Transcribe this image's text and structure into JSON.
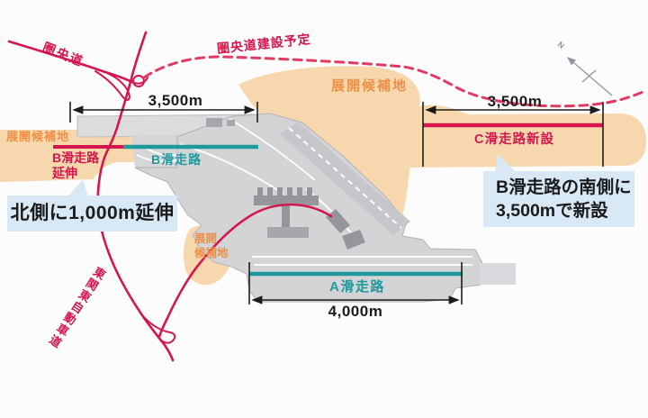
{
  "colors": {
    "accent_red": "#d5164e",
    "runway_teal": "#1f9a9c",
    "site_orange_fill": "#f7d8ae",
    "site_orange_text": "#ef8f45",
    "callout_blue": "#d8e8f4",
    "airport_gray": "#d4d4d7"
  },
  "roads": {
    "ken_o": "圏央道",
    "ken_o_planned": "圏央道建設予定",
    "higashi_kanto": "東関東自動車道"
  },
  "sites": {
    "north": "展開候補地",
    "west": "展開候補地",
    "center_line1": "展開",
    "center_line2": "候補地"
  },
  "runways": {
    "a": {
      "label": "A滑走路",
      "length": "4,000m"
    },
    "b": {
      "label": "B滑走路",
      "length": "3,500m",
      "extension_line1": "B滑走路",
      "extension_line2": "延伸"
    },
    "c": {
      "label": "C滑走路新設",
      "length": "3,500m"
    }
  },
  "callouts": {
    "left": "北側に1,000m延伸",
    "right_line1": "B滑走路の南側に",
    "right_line2": "3,500mで新設"
  },
  "compass": {
    "north": "N"
  }
}
